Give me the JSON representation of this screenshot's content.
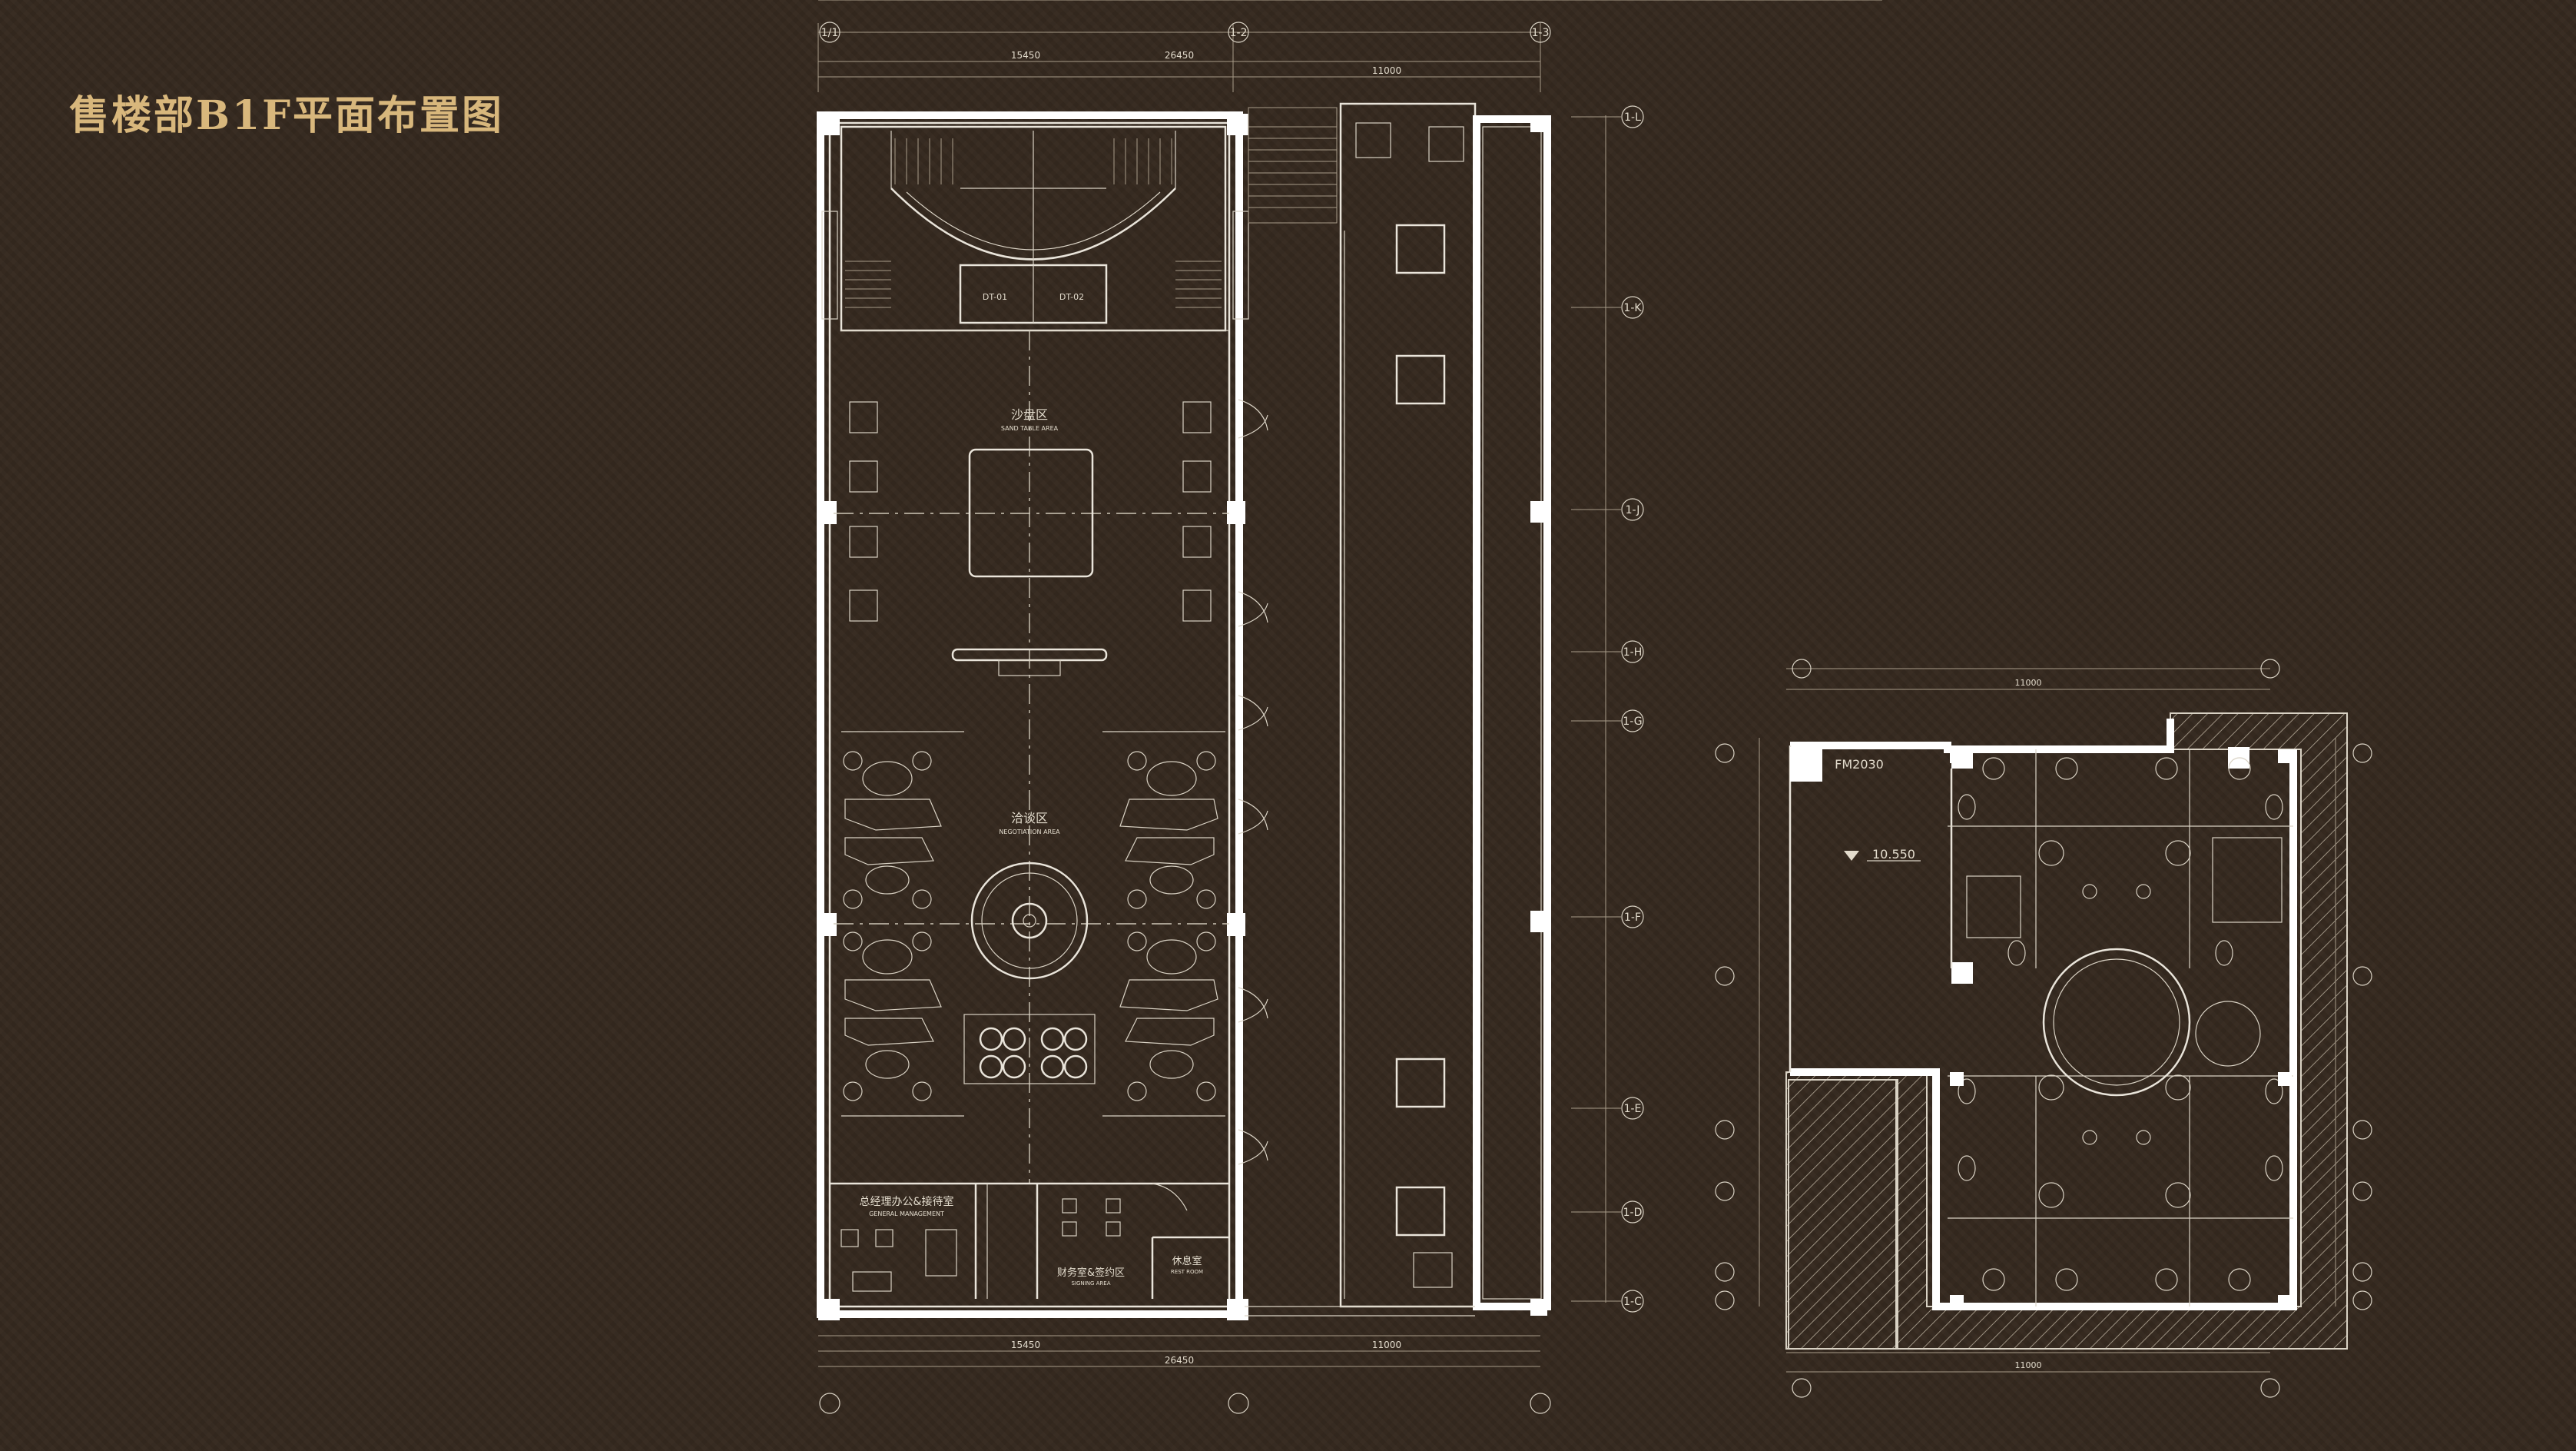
{
  "title": "售楼部B1F平面布置图",
  "main_plan": {
    "dims_top": [
      "15450",
      "26450",
      "11000"
    ],
    "dims_bottom": [
      "15450",
      "26450",
      "11000"
    ],
    "grid_top": [
      "1/1",
      "1-2",
      "1-3"
    ],
    "grid_right": [
      "1-L",
      "1-K",
      "1-J",
      "1-H",
      "1-G",
      "1-F",
      "1-E",
      "1-D",
      "1-C"
    ],
    "rooms": {
      "sand_table": "沙盘区",
      "sand_table_en": "SAND TABLE AREA",
      "negotiation": "洽谈区",
      "negotiation_en": "NEGOTIATION AREA",
      "gm_office": "总经理办公&接待室",
      "gm_office_en": "GENERAL MANAGEMENT",
      "finance": "财务室&签约区",
      "finance_en": "SIGNING AREA",
      "rest": "休息室",
      "rest_en": "REST ROOM",
      "elevator_a": "DT-01",
      "elevator_b": "DT-02"
    }
  },
  "side_plan": {
    "door_code": "FM2030",
    "elevation": "10.550",
    "dim_top": "11000",
    "dim_bottom": "11000"
  }
}
